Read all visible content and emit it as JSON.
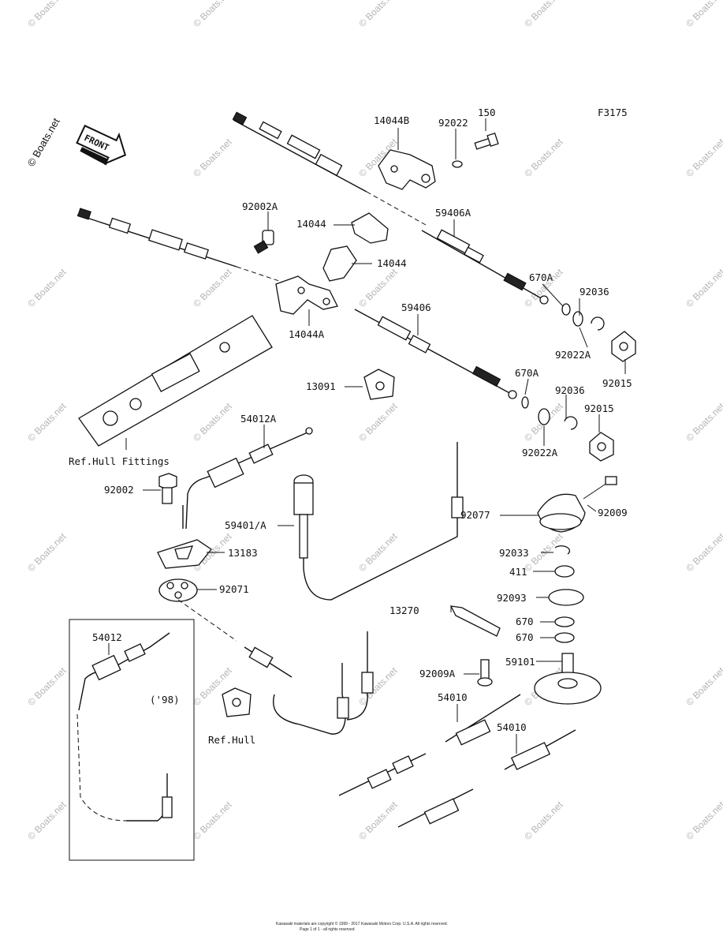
{
  "figure_code": "F3175",
  "front_label": "FRONT",
  "copyright_mark": "© Boats.net",
  "watermark": "© Boats.net",
  "footer": {
    "line1": "Kawasaki materials are copyright © 1999 - 2017 Kawasaki Motors Corp. U.S.A. All rights reserved.",
    "line2": "Page 1 of 1 - all rights reserved"
  },
  "labels": {
    "p14044B": "14044B",
    "p92022": "92022",
    "p150": "150",
    "p92002A": "92002A",
    "p14044_1": "14044",
    "p14044_2": "14044",
    "p59406A": "59406A",
    "p670A_1": "670A",
    "p92036_1": "92036",
    "p14044A": "14044A",
    "p59406": "59406",
    "p92022A_1": "92022A",
    "p92015_1": "92015",
    "p13091": "13091",
    "p670A_2": "670A",
    "p92036_2": "92036",
    "p92015_2": "92015",
    "p92022A_2": "92022A",
    "p54012A": "54012A",
    "ref_hull_fittings": "Ref.Hull Fittings",
    "p92002": "92002",
    "p59401A": "59401/A",
    "p92077": "92077",
    "p92009": "92009",
    "p13183": "13183",
    "p92033": "92033",
    "p411": "411",
    "p92071": "92071",
    "p92093": "92093",
    "p13270": "13270",
    "p670_1": "670",
    "p670_2": "670",
    "p54012": "54012",
    "p98": "('98)",
    "p59101": "59101",
    "p92009A": "92009A",
    "p54010_1": "54010",
    "p54010_2": "54010",
    "ref_hull": "Ref.Hull"
  }
}
